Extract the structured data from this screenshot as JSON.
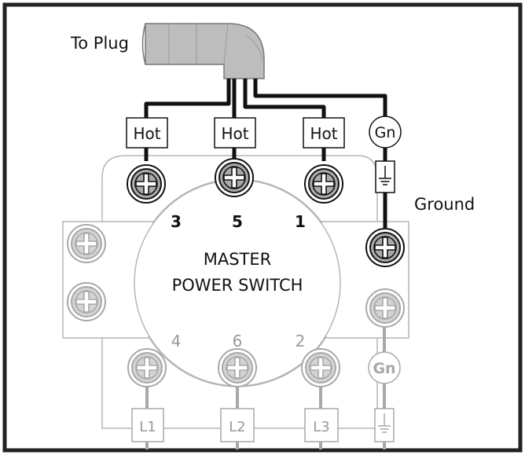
{
  "labels": {
    "to_plug": "To Plug",
    "ground": "Ground",
    "title_line1": "MASTER",
    "title_line2": "POWER SWITCH",
    "hot_1": "Hot",
    "hot_2": "Hot",
    "hot_3": "Hot",
    "gn_top": "Gn",
    "gn_bottom": "Gn",
    "term_3": "3",
    "term_5": "5",
    "term_1": "1",
    "term_4": "4",
    "term_6": "6",
    "term_2": "2",
    "load_1": "L1",
    "load_2": "L2",
    "load_3": "L3"
  },
  "colors": {
    "border": "#222222",
    "wire_active": "#111111",
    "wire_inactive": "#a8a8a8",
    "cable": "#bdbdbd",
    "screw_active": "#aaaaaa",
    "screw_inactive": "#d4d4d4",
    "text_inactive": "#9a9a9a"
  },
  "icons": {
    "screw": "phillips-screw-terminal-icon",
    "ground": "ground-symbol-icon"
  }
}
